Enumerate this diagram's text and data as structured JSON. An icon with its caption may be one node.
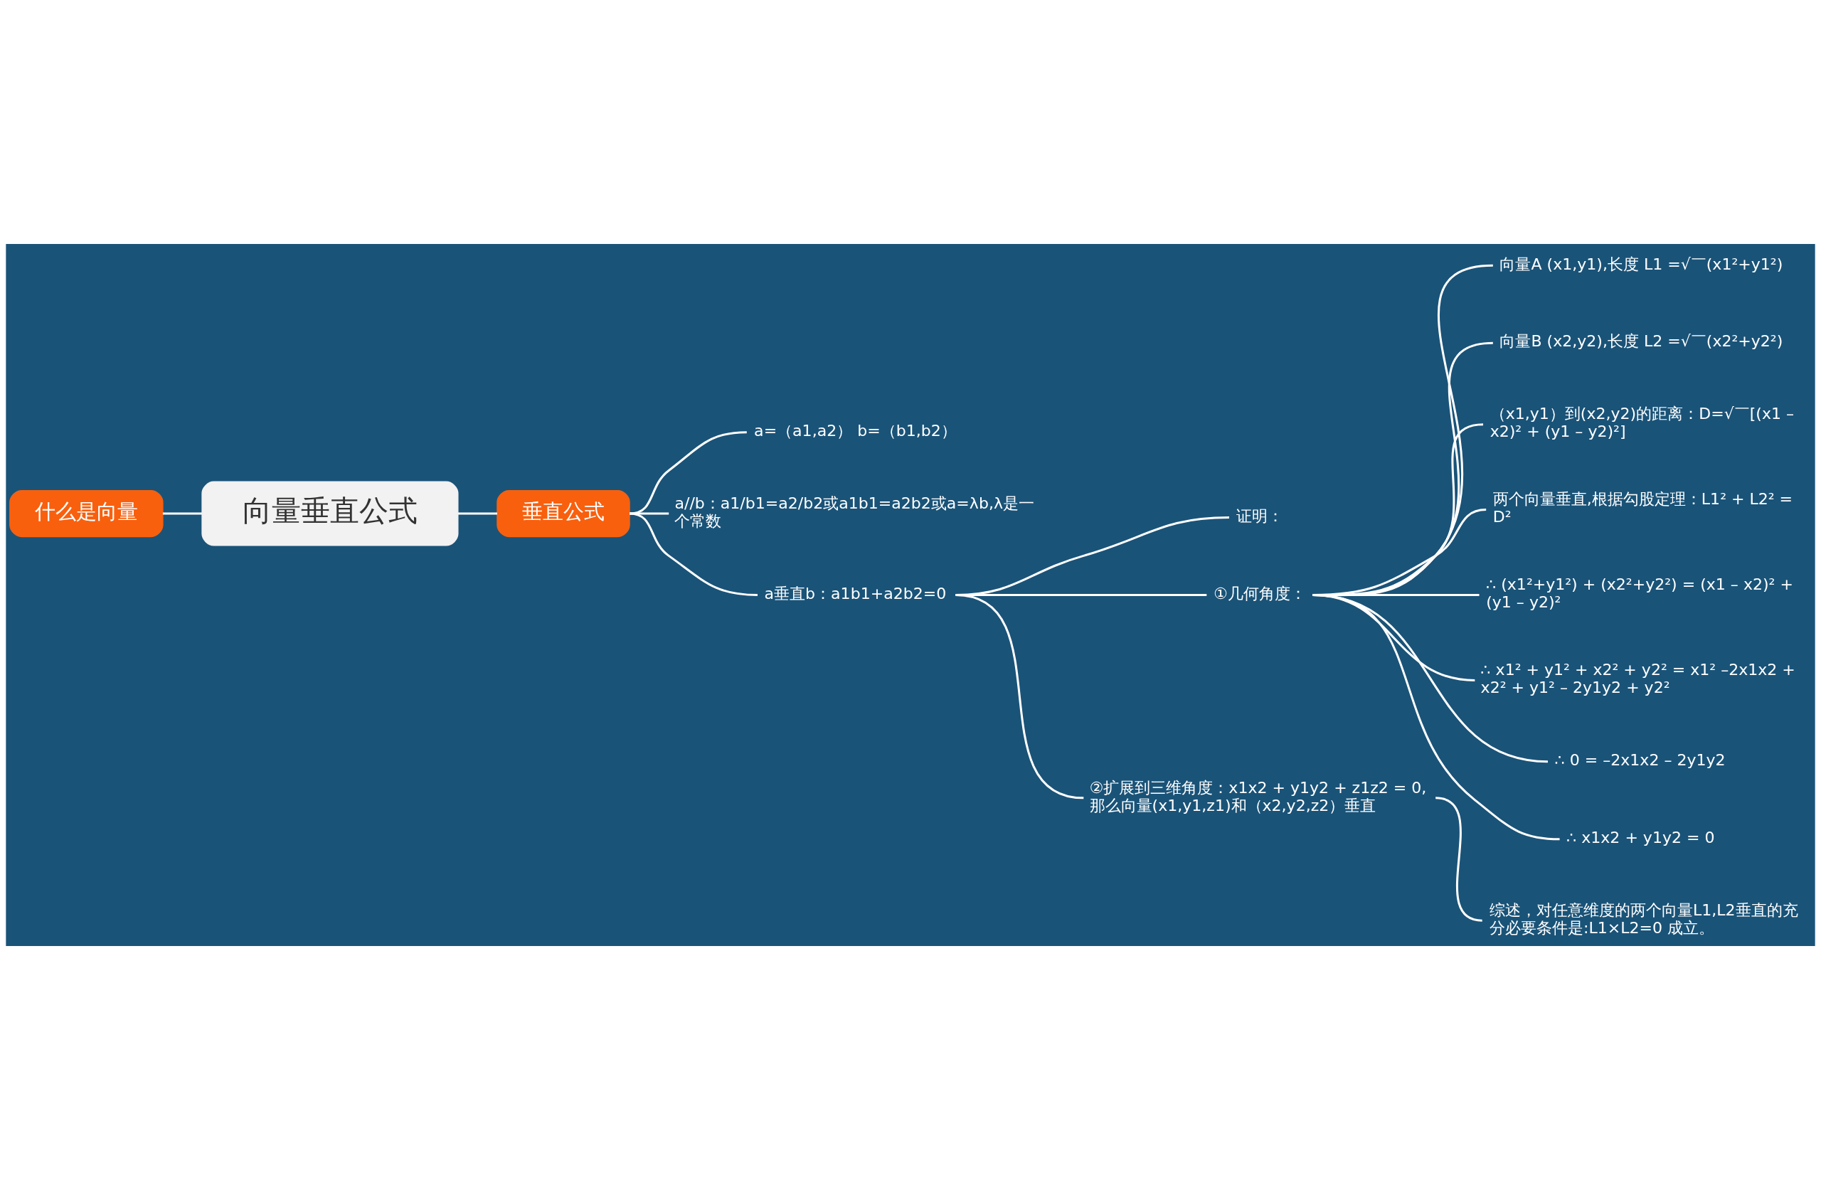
{
  "diagram": {
    "nodes": [
      {
        "text": [
          "什么是向量"
        ]
      },
      {
        "text": [
          "向量垂直公式"
        ]
      },
      {
        "text": [
          "垂直公式"
        ]
      },
      {
        "text": [
          "a=（a1,a2） b=（b1,b2）"
        ]
      },
      {
        "text": [
          "a//b：a1/b1=a2/b2或a1b1=a2b2或a=λb,λ是一个常数"
        ]
      },
      {
        "text": [
          "a垂直b：a1b1+a2b2=0"
        ]
      },
      {
        "text": [
          "证明："
        ]
      },
      {
        "text": [
          "①几何角度："
        ]
      },
      {
        "text": [
          "向量A (x1,y1),长度 L1 =√￣(x1²+y1²)"
        ]
      },
      {
        "text": [
          "向量B (x2,y2),长度 L2 =√￣(x2²+y2²)"
        ]
      },
      {
        "text": [
          "（x1,y1）到(x2,y2)的距离：D=√￣[(x1 – x2)² + (y1 – y2)²]"
        ]
      },
      {
        "text": [
          "两个向量垂直,根据勾股定理：L1² + L2² = D²"
        ]
      },
      {
        "text": [
          "∴ (x1²+y1²) + (x2²+y2²) = (x1 – x2)² + (y1 – y2)²"
        ]
      },
      {
        "text": [
          "∴ x1² + y1² + x2² + y2² = x1² –2x1x2 + x2² + y1² – 2y1y2 + y2²"
        ]
      },
      {
        "text": [
          "∴ 0 = –2x1x2 – 2y1y2"
        ]
      },
      {
        "text": [
          "∴ x1x2 + y1y2 = 0"
        ]
      },
      {
        "text": [
          "②扩展到三维角度：x1x2 + y1y2 + z1z2 = 0,那么向量(x1,y1,z1)和（x2,y2,z2）垂直"
        ]
      },
      {
        "text": [
          "综述，对任意维度的两个向量L1,L2垂直的充分必要条件是:L1×L2=0 成立。"
        ]
      }
    ],
    "edges": [
      {
        "from": 0,
        "to": 1,
        "arrow": "none"
      },
      {
        "from": 1,
        "to": 2,
        "arrow": "none"
      },
      {
        "from": 2,
        "to": 3,
        "arrow": "none"
      },
      {
        "from": 2,
        "to": 4,
        "arrow": "none"
      },
      {
        "from": 2,
        "to": 5,
        "arrow": "none"
      },
      {
        "from": 5,
        "to": 6,
        "arrow": "none"
      },
      {
        "from": 5,
        "to": 7,
        "arrow": "none"
      },
      {
        "from": 5,
        "to": 16,
        "arrow": "none"
      },
      {
        "from": 7,
        "to": 8,
        "arrow": "none"
      },
      {
        "from": 7,
        "to": 9,
        "arrow": "none"
      },
      {
        "from": 7,
        "to": 10,
        "arrow": "none"
      },
      {
        "from": 7,
        "to": 11,
        "arrow": "none"
      },
      {
        "from": 7,
        "to": 12,
        "arrow": "none"
      },
      {
        "from": 7,
        "to": 13,
        "arrow": "none"
      },
      {
        "from": 7,
        "to": 14,
        "arrow": "none"
      },
      {
        "from": 7,
        "to": 15,
        "arrow": "none"
      },
      {
        "from": 16,
        "to": 17,
        "arrow": "none"
      }
    ]
  }
}
